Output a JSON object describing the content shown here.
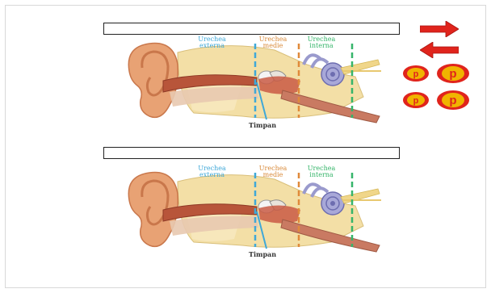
{
  "slide": {
    "answer_box_1": "",
    "answer_box_2": ""
  },
  "diagram": {
    "zone_external": "Urechea externa",
    "zone_middle": "Urechea medie",
    "zone_internal": "Urechea interna",
    "eardrum_label": "Timpan"
  },
  "controls": {
    "next_icon": "right-arrow-icon",
    "prev_icon": "left-arrow-icon",
    "p_buttons": [
      "p",
      "p",
      "p",
      "p"
    ]
  },
  "colors": {
    "external": "#3fa8d8",
    "middle": "#e08a3a",
    "internal": "#36b56a",
    "arrow": "#e0241c",
    "p_button": "#f0b400"
  }
}
